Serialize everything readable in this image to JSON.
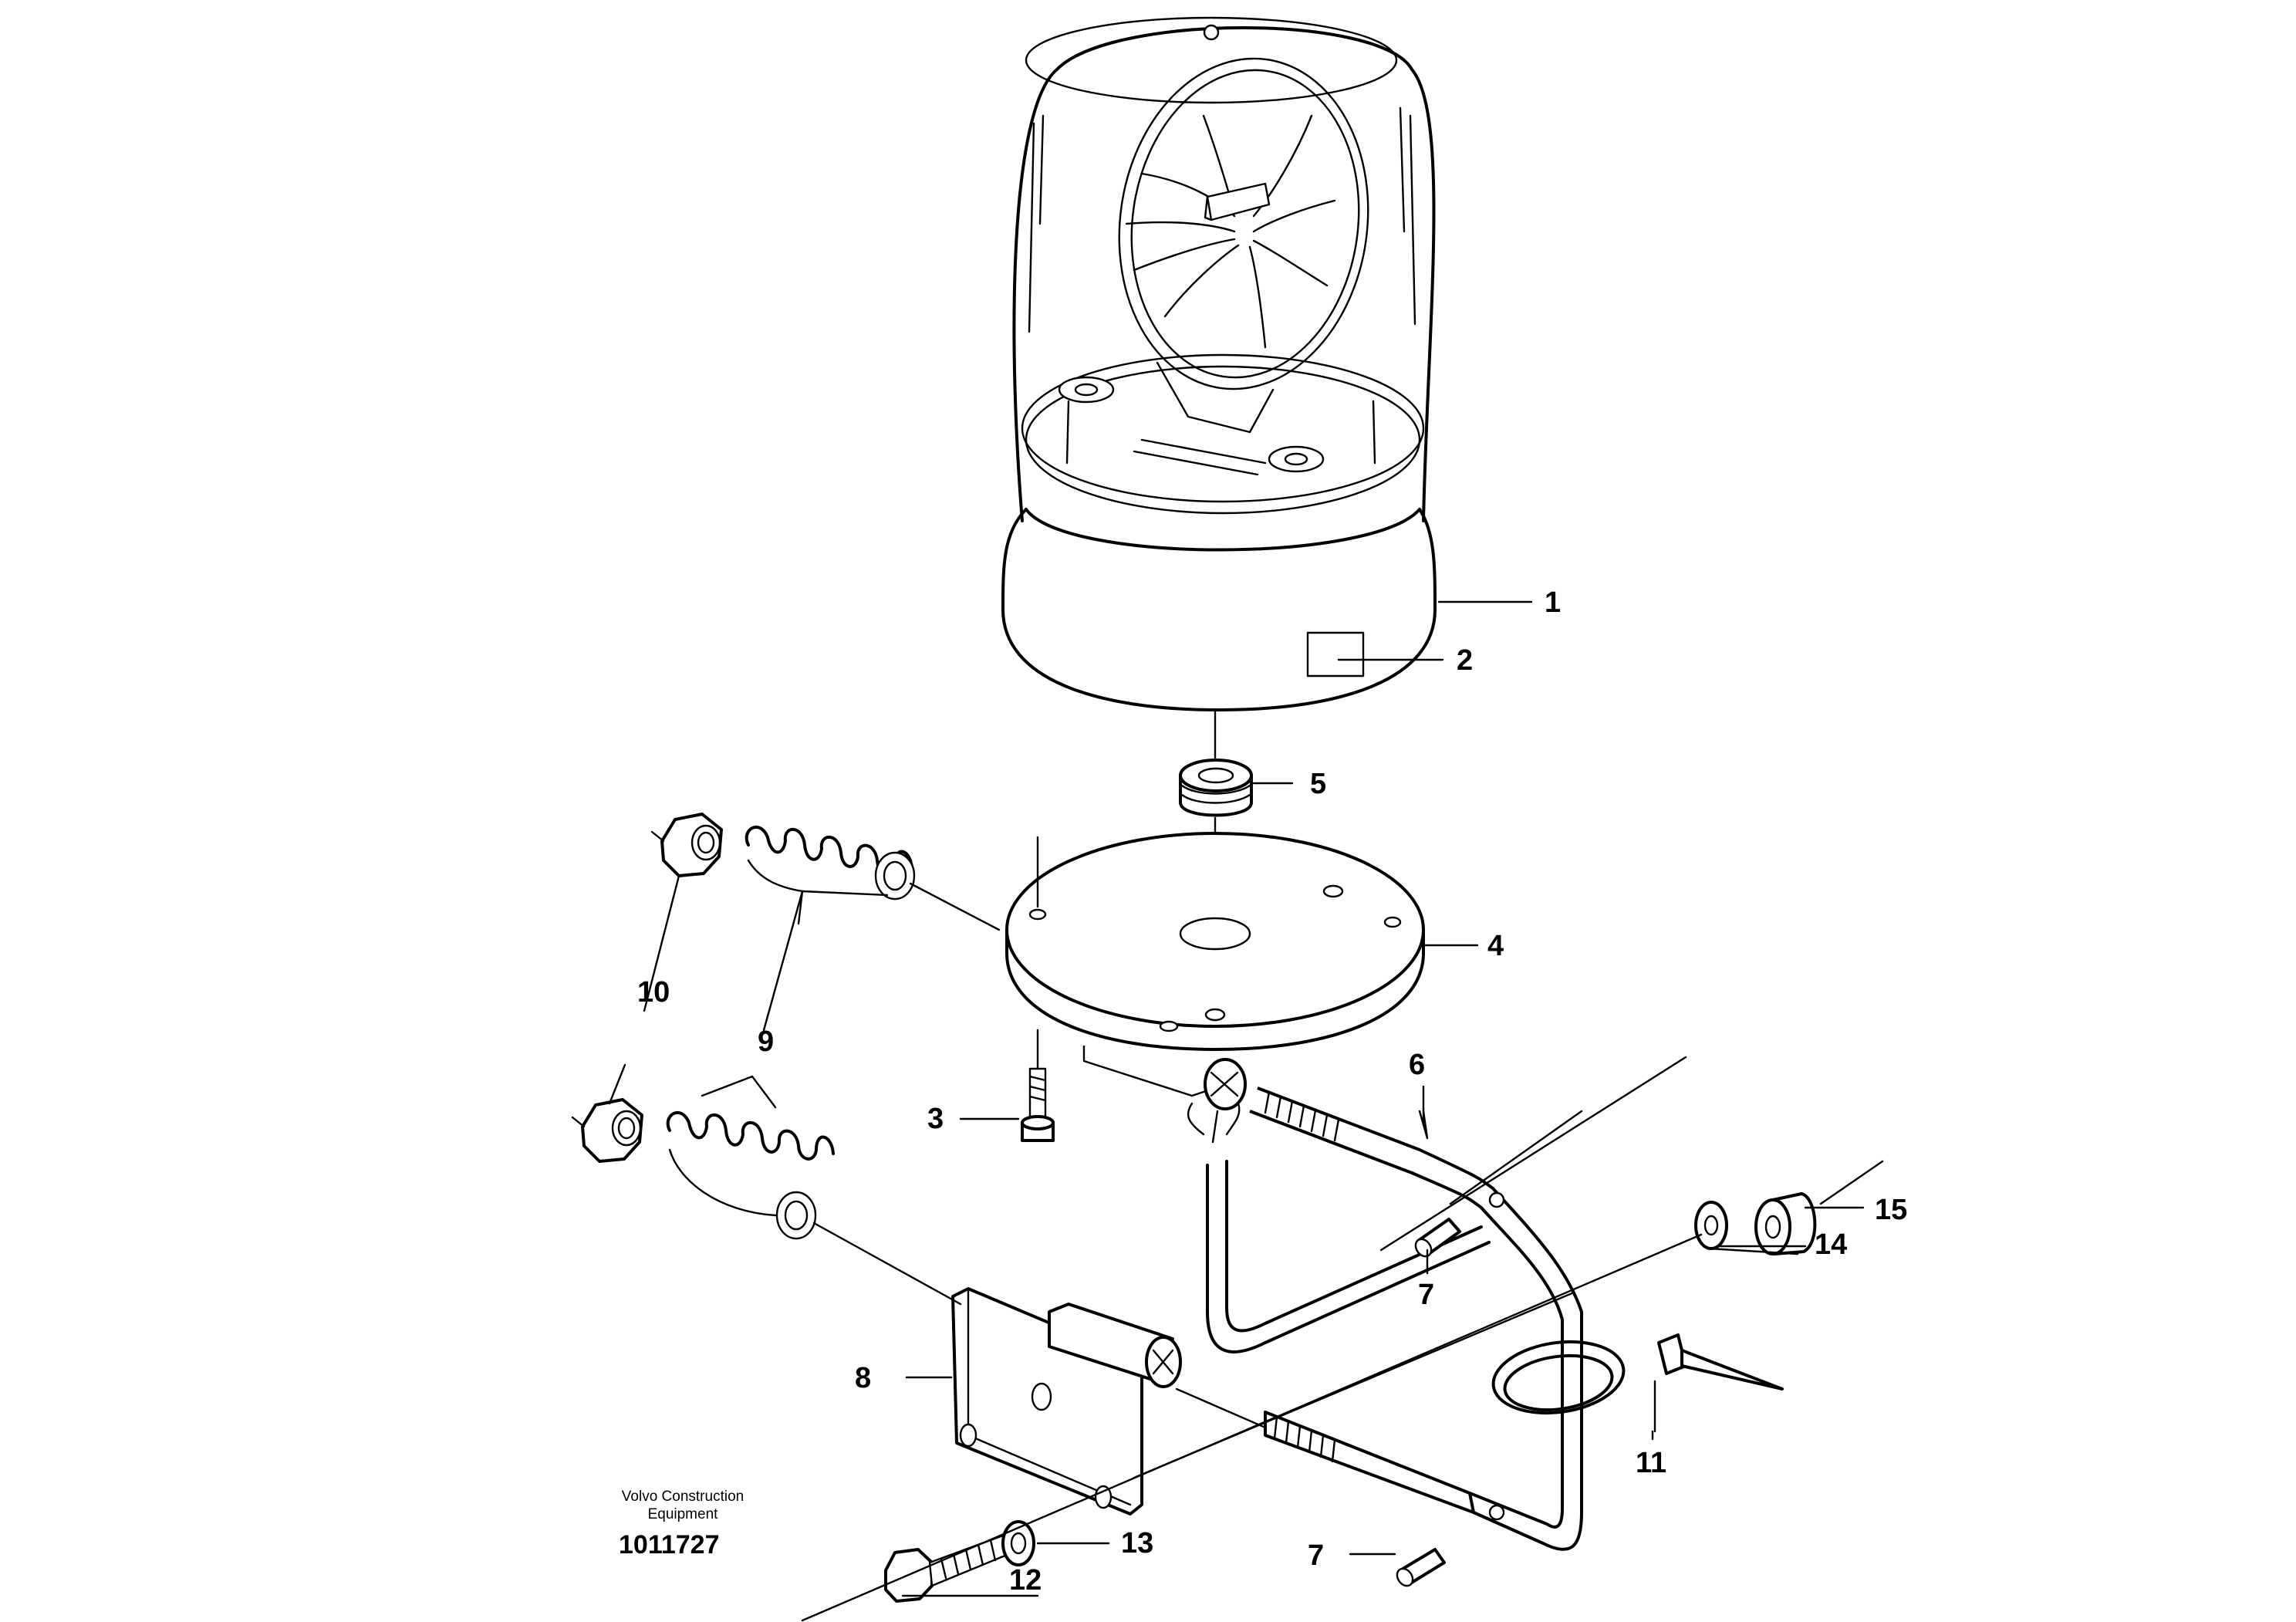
{
  "callouts": [
    "1",
    "2",
    "3",
    "4",
    "5",
    "6",
    "7",
    "7",
    "8",
    "9",
    "10",
    "11",
    "12",
    "13",
    "14",
    "15"
  ],
  "footer": {
    "company_line1": "Volvo Construction",
    "company_line2": "Equipment",
    "drawing_number": "1011727"
  }
}
